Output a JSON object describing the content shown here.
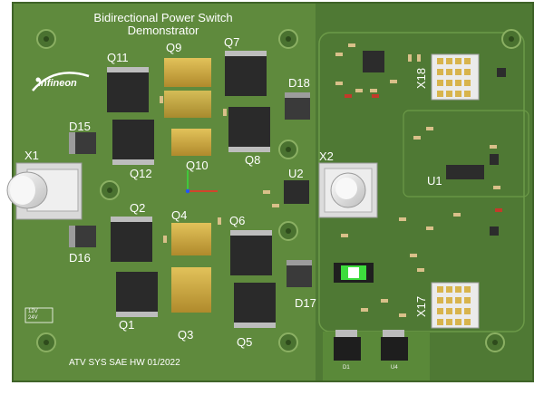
{
  "board": {
    "title_line1": "Bidirectional Power Switch",
    "title_line2": "Demonstrator",
    "brand": "Infineon",
    "footer": "ATV SYS SAE HW  01/2022",
    "voltage_labels": [
      "12V",
      "24V"
    ],
    "colors": {
      "board_left": "#5e8a3c",
      "board_right": "#4f7a33",
      "silkscreen": "#ffffff",
      "copper_pad": "#c9a640",
      "mosfet_body": "#2b2b2b"
    }
  },
  "designators": {
    "q11": "Q11",
    "q9": "Q9",
    "q7": "Q7",
    "d18": "D18",
    "d15": "D15",
    "q12": "Q12",
    "q10": "Q10",
    "q8": "Q8",
    "x1": "X1",
    "x2": "X2",
    "u2": "U2",
    "u1": "U1",
    "q2": "Q2",
    "q4": "Q4",
    "q6": "Q6",
    "d16": "D16",
    "d17": "D17",
    "q1": "Q1",
    "q3": "Q3",
    "q5": "Q5",
    "x18": "X18",
    "x17": "X17",
    "d1": "D1",
    "u4": "U4"
  },
  "icons": [
    "mounting-hole-icon",
    "mosfet-icon",
    "diode-icon",
    "connector-icon",
    "chip-icon",
    "axis-gizmo-icon"
  ]
}
